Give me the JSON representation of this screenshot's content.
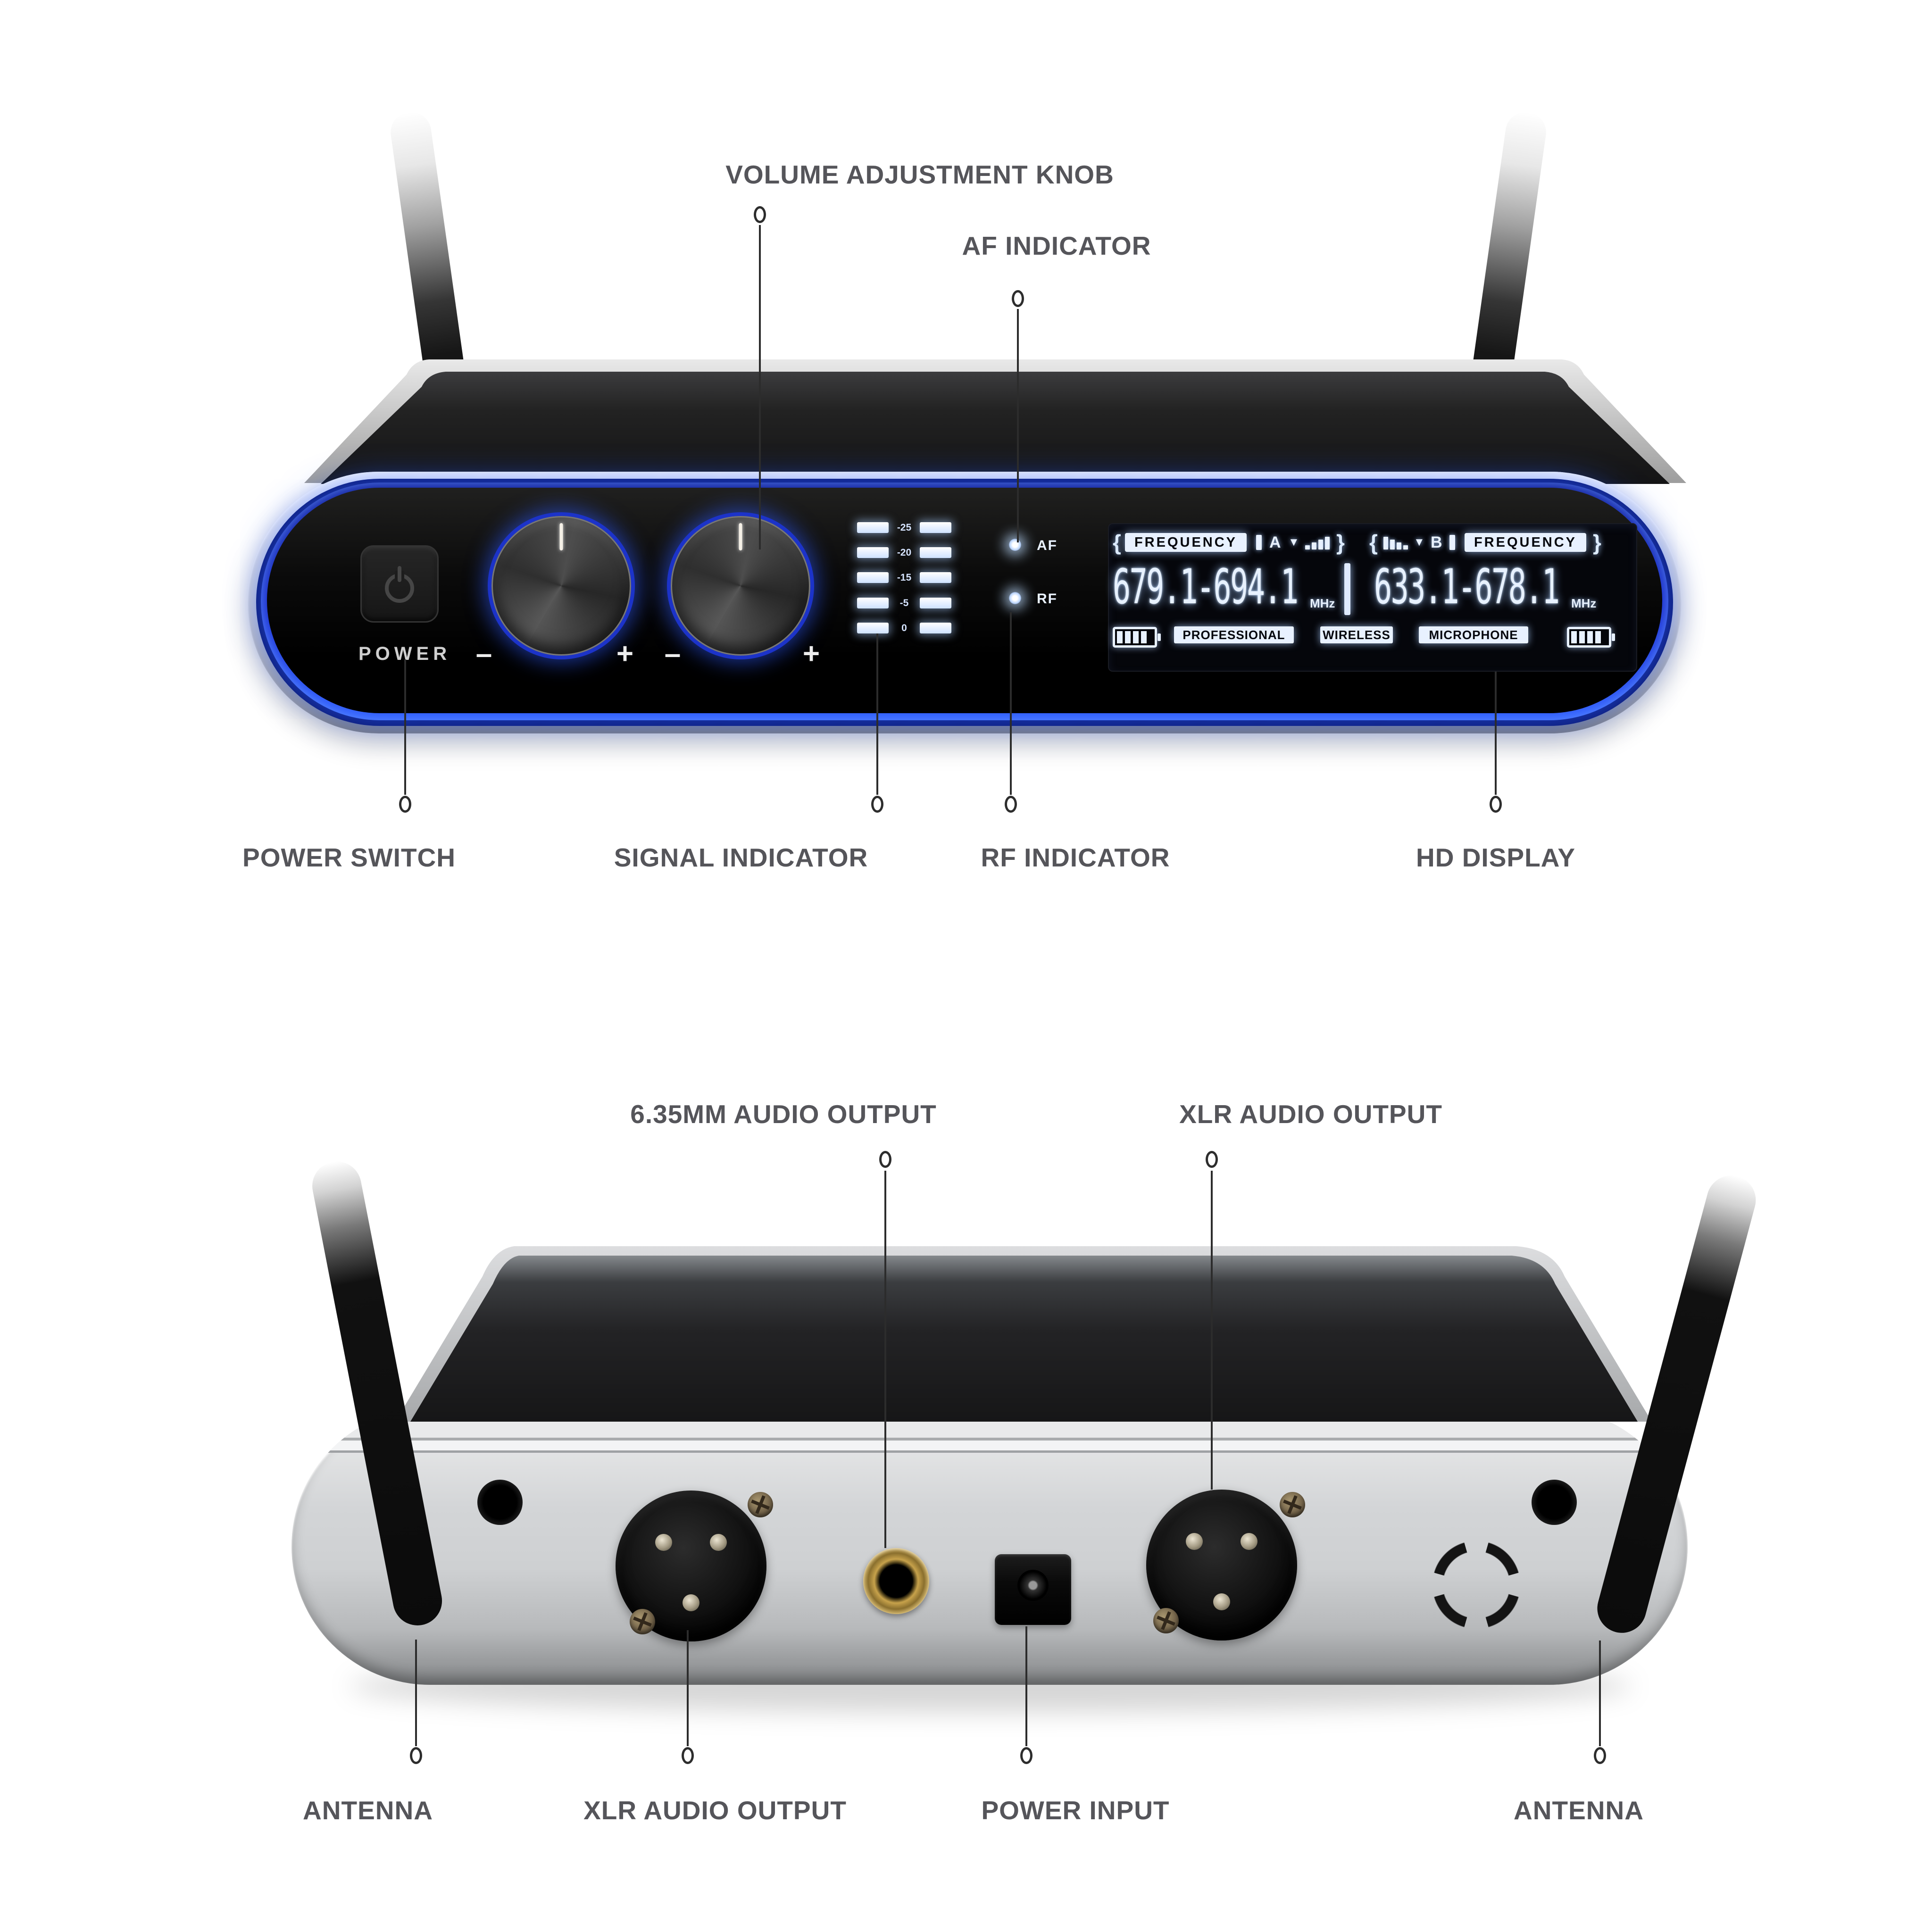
{
  "front": {
    "labels": {
      "volume_knob": "VOLUME ADJUSTMENT KNOB",
      "af_indicator": "AF INDICATOR",
      "power_switch": "POWER SWITCH",
      "signal_indicator": "SIGNAL INDICATOR",
      "rf_indicator": "RF INDICATOR",
      "hd_display": "HD DISPLAY"
    },
    "panel": {
      "power": "POWER",
      "minus": "–",
      "plus": "+",
      "signal_scale": [
        "-25",
        "-20",
        "-15",
        "-5",
        "0"
      ],
      "af": "AF",
      "rf": "RF"
    },
    "display": {
      "brace_open": "{",
      "brace_close": "}",
      "frequency_label": "FREQUENCY",
      "channel_a": "A",
      "channel_b": "B",
      "arrow": "▼",
      "range_a": "679.1-694.1",
      "range_b": "633.1-678.1",
      "unit": "MHz",
      "badge_professional": "PROFESSIONAL",
      "badge_wireless": "WIRELESS",
      "badge_microphone": "MICROPHONE"
    }
  },
  "back": {
    "labels": {
      "audio_635": "6.35MM AUDIO OUTPUT",
      "xlr_top": "XLR AUDIO OUTPUT",
      "antenna_left": "ANTENNA",
      "xlr_bottom": "XLR AUDIO OUTPUT",
      "power_input": "POWER INPUT",
      "antenna_right": "ANTENNA"
    }
  },
  "colors": {
    "glow_blue": "#2f5dff",
    "lcd_glow": "#e8f1ff",
    "label_gray": "#55555a",
    "body_silver": "#cfd1d3"
  }
}
